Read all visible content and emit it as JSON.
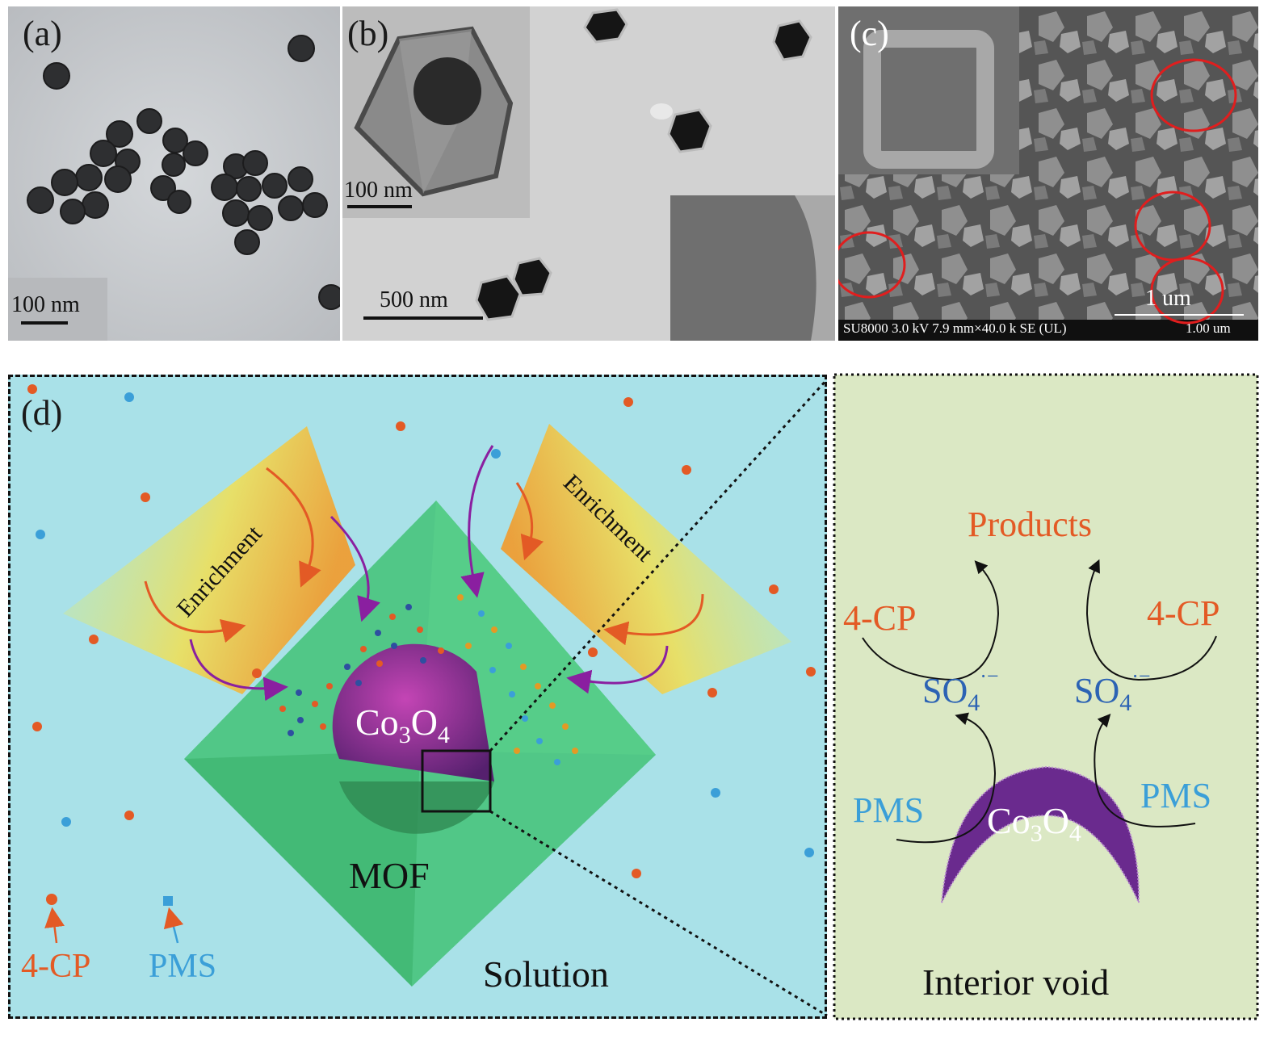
{
  "panels": {
    "a": {
      "label": "(a)",
      "scale_bar": "100 nm"
    },
    "b": {
      "label": "(b)",
      "inset_scale_bar": "100 nm",
      "scale_bar": "500 nm"
    },
    "c": {
      "label": "(c)",
      "scale_bar": "1 um",
      "footer": "SU8000 3.0 kV 7.9 mm×40.0 k SE (UL)",
      "footer_scale": "1.00 um"
    },
    "d": {
      "label": "(d)",
      "enrichment_left": "Enrichment",
      "enrichment_right": "Enrichment",
      "core_label": {
        "main": "Co",
        "sub1": "3",
        "mid": "O",
        "sub2": "4"
      },
      "mof_label": "MOF",
      "solution_label": "Solution",
      "legend": [
        {
          "name": "4-CP",
          "color": "#e35a25"
        },
        {
          "name": "PMS",
          "color": "#3b9fd8"
        }
      ]
    },
    "void": {
      "title": "Interior void",
      "products": "Products",
      "cp_left": "4-CP",
      "cp_right": "4-CP",
      "radical": {
        "main": "SO",
        "sub": "4",
        "sup": "·−"
      },
      "pms_left": "PMS",
      "pms_right": "PMS",
      "core_label": {
        "main": "Co",
        "sub1": "3",
        "mid": "O",
        "sub2": "4"
      }
    }
  },
  "colors": {
    "orange": "#e35a25",
    "blue": "#3b9fd8",
    "radical_blue": "#2c63b4",
    "purple": "#6a2a8e",
    "solution_bg": "#a9e1e8",
    "void_bg": "#dbe8c4"
  }
}
